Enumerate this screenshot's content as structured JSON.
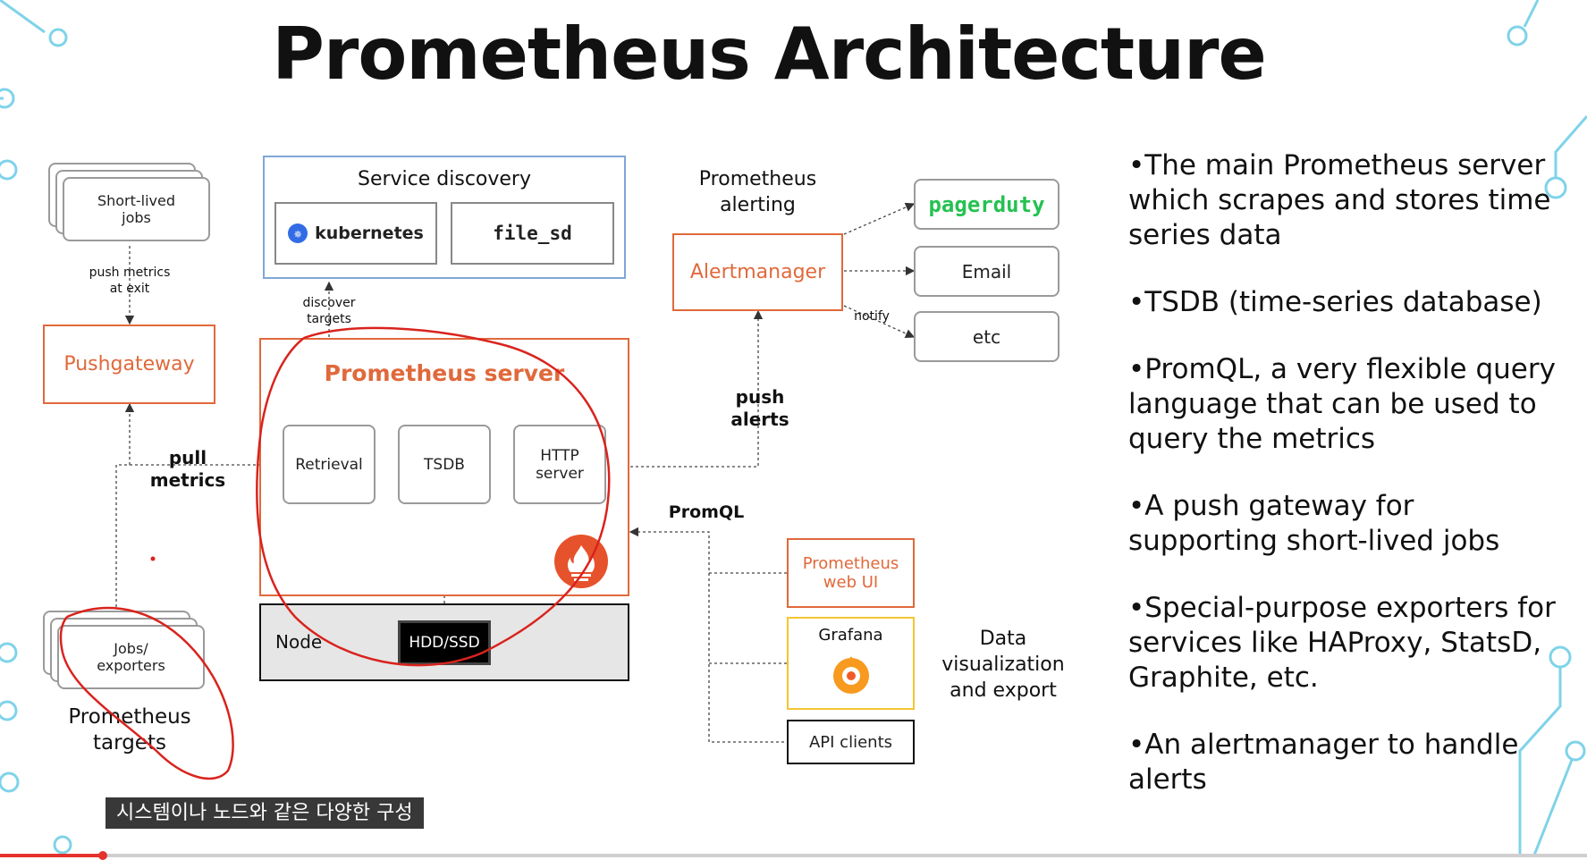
{
  "title": "Prometheus Architecture",
  "diagram": {
    "short_lived_jobs": "Short-lived\njobs",
    "push_metrics_at_exit": "push metrics\nat exit",
    "pushgateway": "Pushgateway",
    "pull_metrics": "pull\nmetrics",
    "jobs_exporters": "Jobs/\nexporters",
    "prometheus_targets": "Prometheus\ntargets",
    "service_discovery": "Service discovery",
    "kubernetes": "kubernetes",
    "file_sd": "file_sd",
    "discover_targets": "discover\ntargets",
    "prometheus_server": "Prometheus server",
    "retrieval": "Retrieval",
    "tsdb": "TSDB",
    "http_server": "HTTP\nserver",
    "node": "Node",
    "hdd_ssd": "HDD/SSD",
    "prometheus_alerting": "Prometheus\nalerting",
    "alertmanager": "Alertmanager",
    "push_alerts": "push\nalerts",
    "notify": "notify",
    "pagerduty": "pagerduty",
    "email": "Email",
    "etc": "etc",
    "promql": "PromQL",
    "prometheus_web_ui": "Prometheus\nweb UI",
    "grafana": "Grafana",
    "api_clients": "API clients",
    "data_visualization": "Data\nvisualization\nand export"
  },
  "bullets": [
    "•The main Prometheus server which scrapes and stores time series data",
    "•TSDB (time-series database)",
    "•PromQL, a very flexible query language that can be used to query the metrics",
    "•A push gateway for supporting short-lived jobs",
    "•Special-purpose exporters for services like HAProxy, StatsD, Graphite, etc.",
    "•An alertmanager to handle alerts"
  ],
  "subtitle": "시스템이나 노드와 같은 다양한 구성",
  "video_progress": 0.065,
  "colors": {
    "orange": "#e0693b",
    "blue_border": "#7fa7d8",
    "grafana_yellow": "#f5c531",
    "pagerduty_green": "#25c151",
    "annotation_red": "#d9231d",
    "decor_cyan": "#6fd0e8"
  }
}
